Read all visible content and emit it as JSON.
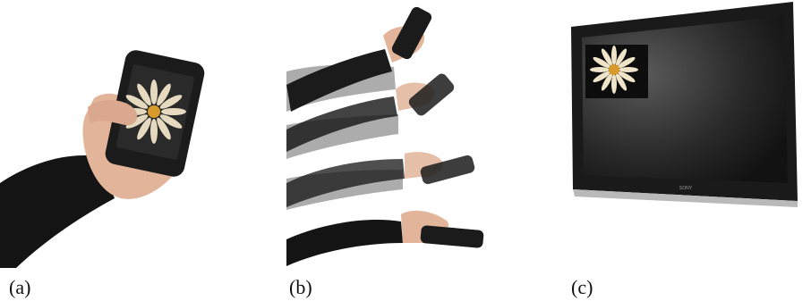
{
  "figure": {
    "panels": [
      {
        "id": "a",
        "caption": "(a)"
      },
      {
        "id": "b",
        "caption": "(b)"
      },
      {
        "id": "c",
        "caption": "(c)"
      }
    ],
    "tv_brand": "SONY"
  },
  "colors": {
    "sleeve": "#141414",
    "skin": "#e2b49a",
    "phone": "#1b1b1b",
    "tv_bezel": "#1a1a1a",
    "tv_screen": "#2a2a2a",
    "flower_petal": "#f0e4c8",
    "flower_center": "#d89a2a"
  }
}
